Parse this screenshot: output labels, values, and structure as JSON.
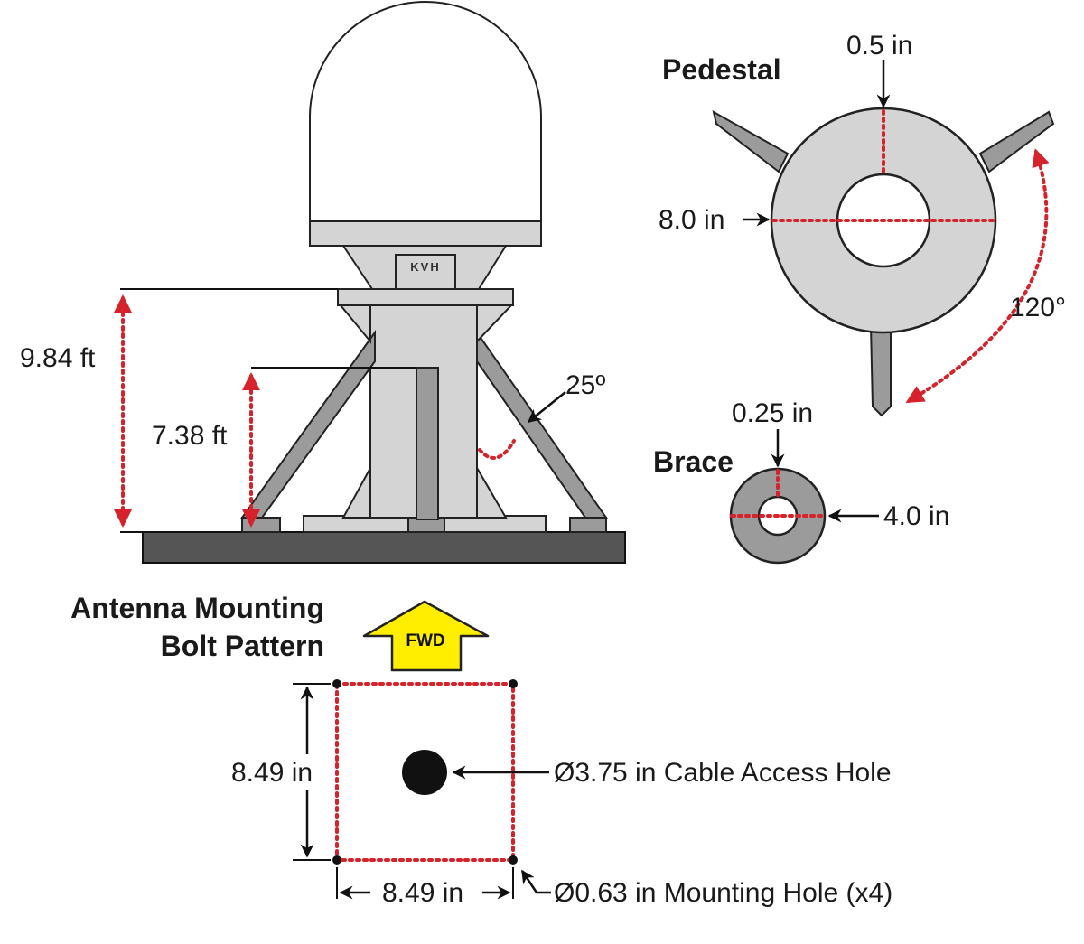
{
  "labels": {
    "pedestal_title": "Pedestal",
    "pedestal_wall": "0.5 in",
    "pedestal_diameter": "8.0 in",
    "pedestal_angle": "120°",
    "brace_title": "Brace",
    "brace_wall": "0.25 in",
    "brace_diameter": "4.0 in",
    "height_total": "9.84 ft",
    "height_brace": "7.38 ft",
    "brace_angle": "25º",
    "logo": "KVH",
    "bolt_title_line1": "Antenna Mounting",
    "bolt_title_line2": "Bolt Pattern",
    "fwd": "FWD",
    "bolt_height": "8.49 in",
    "bolt_width": "8.49 in",
    "cable_hole": "Ø3.75 in Cable Access Hole",
    "mount_hole": "Ø0.63 in Mounting Hole (x4)"
  },
  "colors": {
    "dimension_red": "#d6222a",
    "fwd_yellow": "#ffee00",
    "pedestal_fill": "#d4d4d4",
    "brace_fill": "#9b9b9b",
    "base_plate": "#555555"
  },
  "icons": {
    "forward_arrow": "fwd-arrow-icon"
  }
}
